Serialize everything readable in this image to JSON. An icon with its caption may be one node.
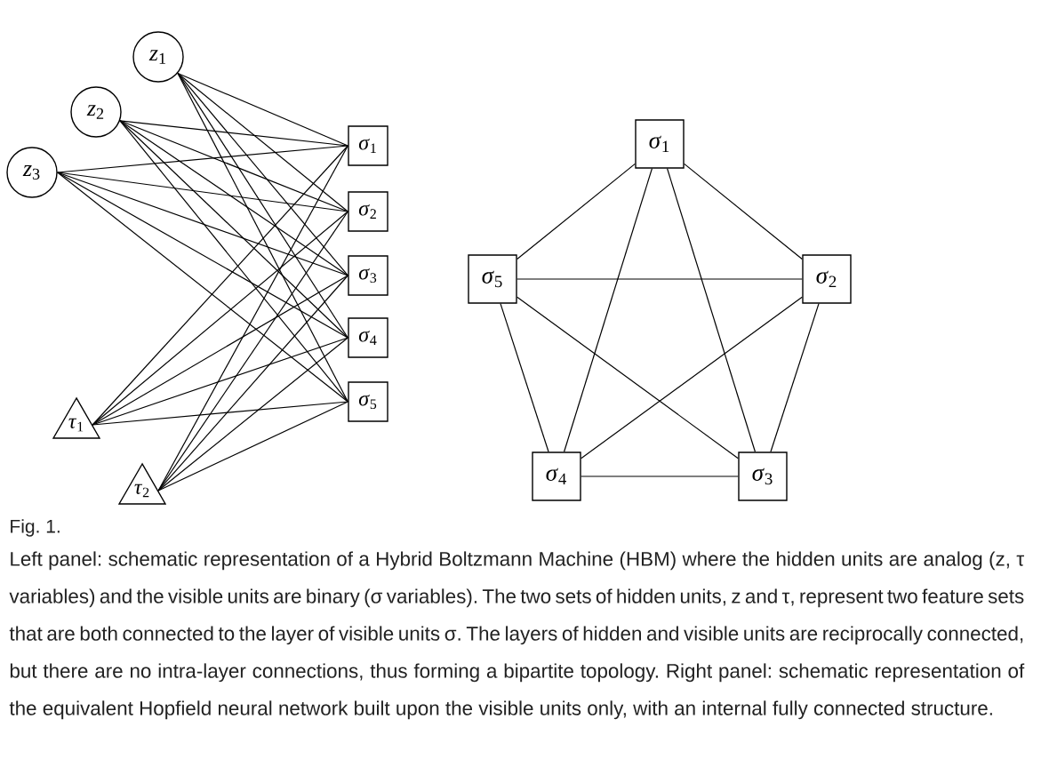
{
  "diagram": {
    "title": "Fig. 1.",
    "caption": "Left panel: schematic representation of a Hybrid Boltzmann Machine (HBM) where the hidden units are analog (z, τ variables) and the visible units are binary (σ variables). The two sets of hidden units, z and τ, represent two feature sets that are both connected to the layer of visible units σ. The layers of hidden and visible units are reciprocally connected, but there are no intra-layer connections, thus forming a bipartite topology. Right panel: schematic representation of the equivalent Hopfield neural network built upon the visible units only, with an internal fully connected structure.",
    "nodes": [
      {
        "text": [
          "*z*$_{1}$"
        ]
      },
      {
        "text": [
          "*z*$_{2}$"
        ]
      },
      {
        "text": [
          "*z*$_{3}$"
        ]
      },
      {
        "text": [
          "*σ*$_{1}$"
        ]
      },
      {
        "text": [
          "*σ*$_{2}$"
        ]
      },
      {
        "text": [
          "*σ*$_{3}$"
        ]
      },
      {
        "text": [
          "*σ*$_{4}$"
        ]
      },
      {
        "text": [
          "*σ*$_{5}$"
        ]
      },
      {
        "text": [
          "*τ*$_{1}$"
        ]
      },
      {
        "text": [
          "*τ*$_{2}$"
        ]
      },
      {
        "text": [
          "*σ*$_{1}$"
        ]
      },
      {
        "text": [
          "*σ*$_{5}$"
        ]
      },
      {
        "text": [
          "*σ*$_{2}$"
        ]
      },
      {
        "text": [
          "*σ*$_{4}$"
        ]
      },
      {
        "text": [
          "*σ*$_{3}$"
        ]
      }
    ],
    "edges": [
      {
        "from": 0,
        "to": 3,
        "arrow": "none"
      },
      {
        "from": 0,
        "to": 4,
        "arrow": "none"
      },
      {
        "from": 0,
        "to": 5,
        "arrow": "none"
      },
      {
        "from": 0,
        "to": 6,
        "arrow": "none"
      },
      {
        "from": 0,
        "to": 7,
        "arrow": "none"
      },
      {
        "from": 1,
        "to": 3,
        "arrow": "none"
      },
      {
        "from": 1,
        "to": 4,
        "arrow": "none"
      },
      {
        "from": 1,
        "to": 5,
        "arrow": "none"
      },
      {
        "from": 1,
        "to": 6,
        "arrow": "none"
      },
      {
        "from": 1,
        "to": 7,
        "arrow": "none"
      },
      {
        "from": 2,
        "to": 3,
        "arrow": "none"
      },
      {
        "from": 2,
        "to": 4,
        "arrow": "none"
      },
      {
        "from": 2,
        "to": 5,
        "arrow": "none"
      },
      {
        "from": 2,
        "to": 6,
        "arrow": "none"
      },
      {
        "from": 2,
        "to": 7,
        "arrow": "none"
      },
      {
        "from": 8,
        "to": 3,
        "arrow": "none"
      },
      {
        "from": 8,
        "to": 4,
        "arrow": "none"
      },
      {
        "from": 8,
        "to": 5,
        "arrow": "none"
      },
      {
        "from": 8,
        "to": 6,
        "arrow": "none"
      },
      {
        "from": 8,
        "to": 7,
        "arrow": "none"
      },
      {
        "from": 9,
        "to": 3,
        "arrow": "none"
      },
      {
        "from": 9,
        "to": 4,
        "arrow": "none"
      },
      {
        "from": 9,
        "to": 5,
        "arrow": "none"
      },
      {
        "from": 9,
        "to": 6,
        "arrow": "none"
      },
      {
        "from": 9,
        "to": 7,
        "arrow": "none"
      },
      {
        "from": 10,
        "to": 12,
        "arrow": "none"
      },
      {
        "from": 10,
        "to": 14,
        "arrow": "none"
      },
      {
        "from": 10,
        "to": 13,
        "arrow": "none"
      },
      {
        "from": 10,
        "to": 11,
        "arrow": "none"
      },
      {
        "from": 12,
        "to": 14,
        "arrow": "none"
      },
      {
        "from": 12,
        "to": 13,
        "arrow": "none"
      },
      {
        "from": 12,
        "to": 11,
        "arrow": "none"
      },
      {
        "from": 14,
        "to": 13,
        "arrow": "none"
      },
      {
        "from": 14,
        "to": 11,
        "arrow": "none"
      },
      {
        "from": 13,
        "to": 11,
        "arrow": "none"
      }
    ]
  }
}
